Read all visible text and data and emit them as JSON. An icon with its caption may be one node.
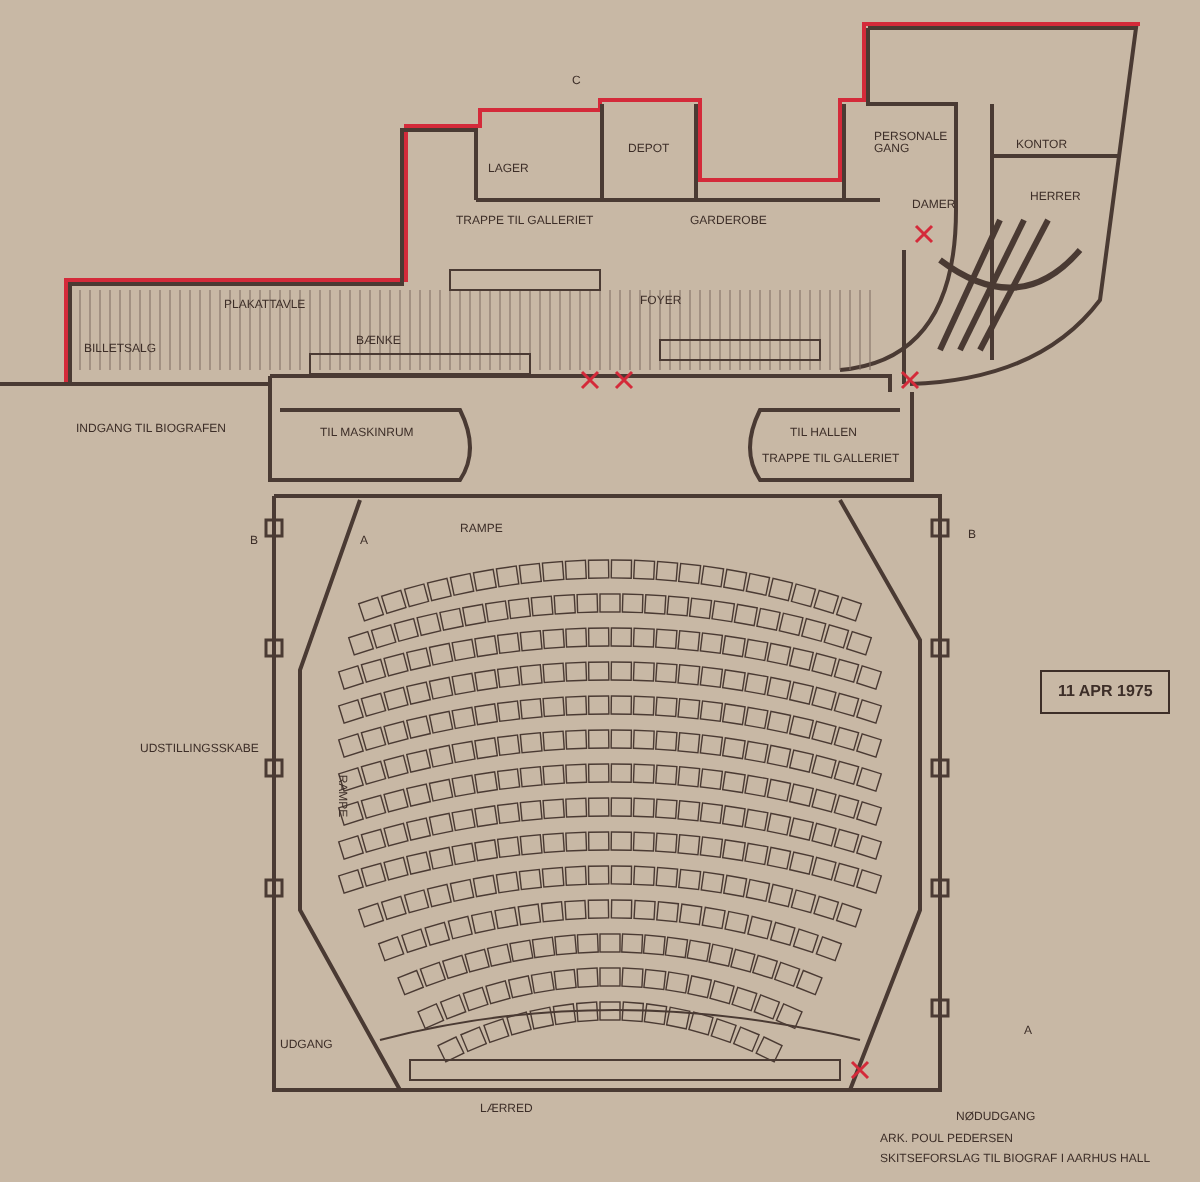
{
  "diagram": {
    "nodes": [
      {
        "text": [
          "LAGER"
        ]
      },
      {
        "text": [
          "DEPOT"
        ]
      },
      {
        "text": [
          "PERSONALE GANG"
        ]
      },
      {
        "text": [
          "KONTOR"
        ]
      },
      {
        "text": [
          "FOYER"
        ]
      },
      {
        "text": [
          "BILLETSALG"
        ]
      },
      {
        "text": [
          "HERRER"
        ]
      },
      {
        "text": [
          "DAMER"
        ]
      }
    ],
    "labels": [
      "C",
      "TRAPPE TIL GALLERIET",
      "GARDEROBE",
      "PLAKATTAVLE",
      "BÆNKE",
      "INDGANG TIL BIOGRAFEN",
      "TIL MASKINRUM",
      "TIL HALLEN",
      "TRAPPE TIL GALLERIET",
      "RAMPE",
      "B",
      "A",
      "RAMPE",
      "UDSTILLINGSSKABE",
      "UDGANG",
      "LÆRRED",
      "11 APR 1975",
      "B",
      "A",
      "NØDUDGANG",
      "ARK. POUL PEDERSEN",
      "SKITSEFORSLAG TIL BIOGRAF I AARHUS HALL"
    ]
  }
}
